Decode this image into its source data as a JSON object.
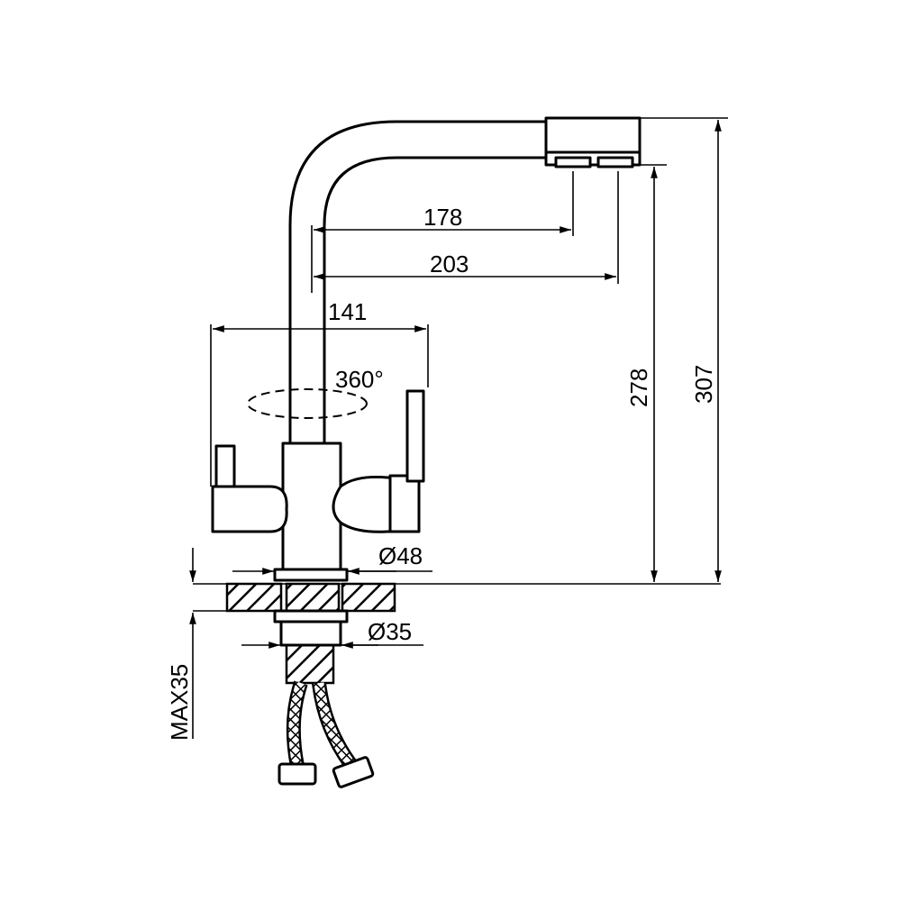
{
  "drawing": {
    "dimensions": {
      "reach_inner": "178",
      "reach_outer": "203",
      "base_width": "141",
      "rotation": "360°",
      "base_diameter": "Ø48",
      "thread_diameter": "Ø35",
      "max_thickness": "MAX35",
      "height_inner": "278",
      "height_total": "307"
    },
    "colors": {
      "line": "#000000",
      "background": "#ffffff"
    }
  }
}
